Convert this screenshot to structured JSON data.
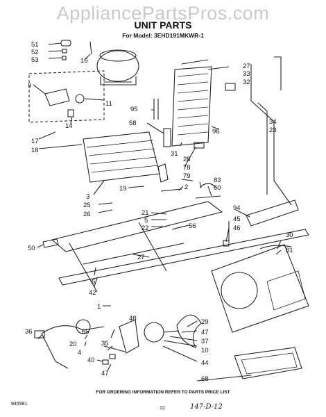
{
  "watermark": "AppliancePartsPros.com",
  "header": {
    "title": "UNIT PARTS",
    "subtitle": "For Model: 3EHD191MKWR-1"
  },
  "footer": {
    "ordering_note": "FOR ORDERING INFORMATION REFER TO PARTS PRICE LIST",
    "doc_number": "945981",
    "page_number": "12",
    "handwritten_note": "147-D-12"
  },
  "callouts": [
    "51",
    "52",
    "53",
    "16",
    "9",
    "11",
    "14",
    "17",
    "18",
    "27",
    "33",
    "32",
    "34",
    "23",
    "95",
    "58",
    "96",
    "31",
    "28",
    "78",
    "79",
    "83",
    "60",
    "2",
    "3",
    "19",
    "25",
    "26",
    "21",
    "5",
    "22",
    "56",
    "94",
    "45",
    "46",
    "30",
    "81",
    "50",
    "27",
    "6",
    "42",
    "1",
    "36",
    "48",
    "65",
    "35",
    "29",
    "47",
    "37",
    "10",
    "40",
    "47",
    "44",
    "68",
    "20",
    "4"
  ]
}
